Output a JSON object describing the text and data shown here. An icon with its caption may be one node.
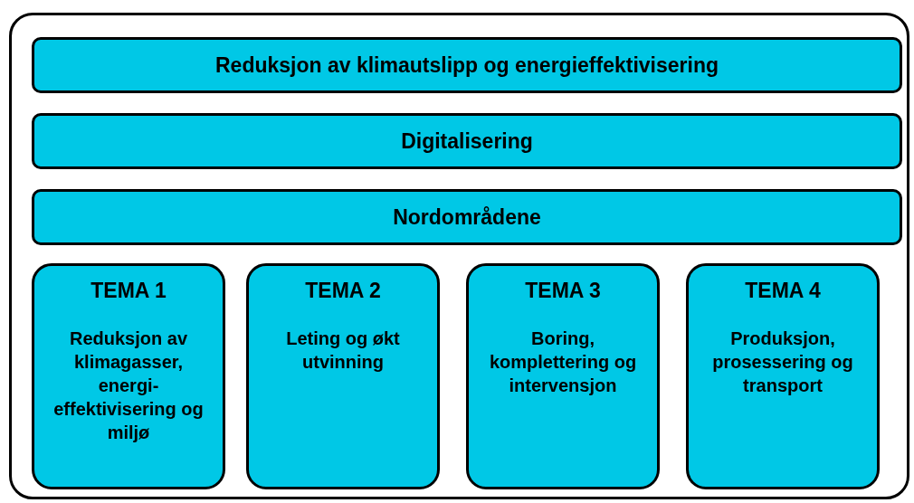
{
  "diagram": {
    "nodes": [
      {
        "text": [],
        "shape": "box"
      },
      {
        "text": [
          "Reduksjon av klimautslipp og energieffektivisering"
        ],
        "in": 0
      },
      {
        "text": [
          "Digitalisering"
        ],
        "in": 0
      },
      {
        "text": [
          "Nordområdene"
        ],
        "in": 0
      },
      {
        "text": [
          "TEMA 1",
          "Reduksjon av klimagasser, energi- effektivisering og miljø"
        ],
        "in": 0
      },
      {
        "text": [
          "TEMA 2",
          "Leting og økt utvinning"
        ],
        "in": 0
      },
      {
        "text": [
          "TEMA 3",
          "Boring, komplettering og intervensjon"
        ],
        "in": 0
      },
      {
        "text": [
          "TEMA 4",
          "Produksjon, prosessering og transport"
        ],
        "in": 0
      }
    ],
    "edges": []
  }
}
